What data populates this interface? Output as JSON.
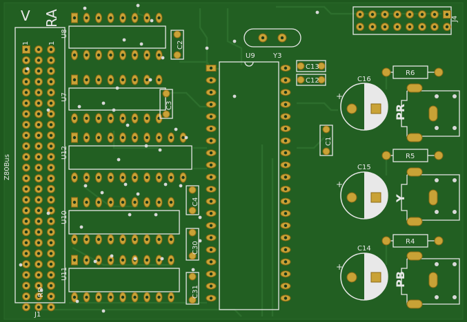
{
  "board": {
    "labels": {
      "v": "V",
      "ra": "RA",
      "j1_pin_a": "1",
      "j1_pin_b": "1",
      "z80bus": "Z80Bus",
      "rd": "RD",
      "j1": "J1",
      "j4": "J4",
      "u8": "U8",
      "u7": "U7",
      "u12": "U12",
      "u10": "U10",
      "u11": "U11",
      "u9": "U9",
      "y3": "Y3",
      "c2": "C2",
      "c3": "C3",
      "c4": "C4",
      "c30": "C30",
      "c31": "C31",
      "c13": "C13",
      "c12": "C12",
      "c1": "C1",
      "c16": "C16",
      "c15": "C15",
      "c14": "C14",
      "r6": "R6",
      "r5": "R5",
      "r4": "R4",
      "pr": "PR",
      "y": "Y",
      "pb": "PB"
    },
    "colors": {
      "substrate": "#1f5a1f",
      "copper_fill": "#246324",
      "pad": "#c9a236",
      "silkscreen": "#e8e8e8"
    }
  }
}
